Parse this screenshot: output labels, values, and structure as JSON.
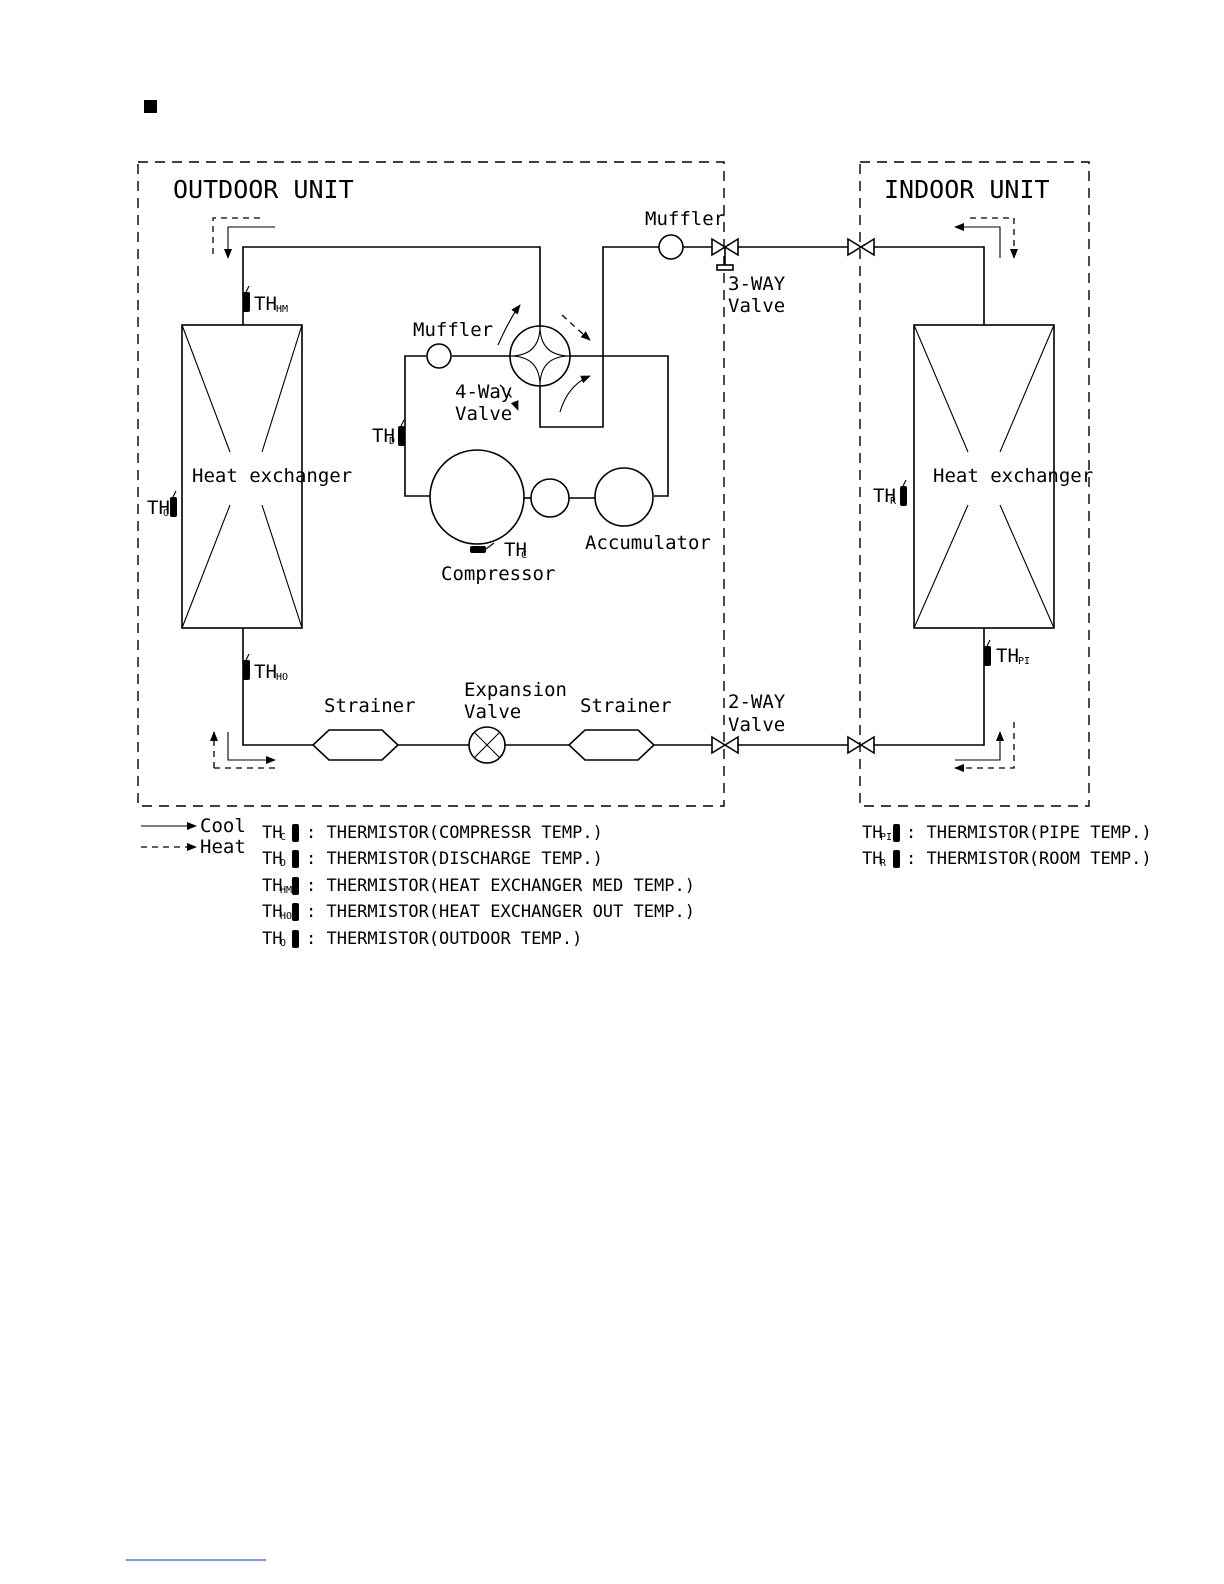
{
  "outdoor_unit": {
    "title": "OUTDOOR UNIT",
    "heat_exchanger": "Heat exchanger",
    "muffler_top": "Muffler",
    "muffler_left": "Muffler",
    "four_way_valve": [
      "4-Way",
      "Valve"
    ],
    "three_way_valve": [
      "3-WAY",
      "Valve"
    ],
    "two_way_valve": [
      "2-WAY",
      "Valve"
    ],
    "compressor": "Compressor",
    "accumulator": "Accumulator",
    "strainer_left": "Strainer",
    "strainer_right": "Strainer",
    "expansion_valve": [
      "Expansion",
      "Valve"
    ]
  },
  "indoor_unit": {
    "title": "INDOOR UNIT",
    "heat_exchanger": "Heat exchanger"
  },
  "sensor_tags": {
    "th_hm": {
      "main": "TH",
      "sub": "HM"
    },
    "th_d": {
      "main": "TH",
      "sub": "D"
    },
    "th_o": {
      "main": "TH",
      "sub": "O"
    },
    "th_c": {
      "main": "TH",
      "sub": "C"
    },
    "th_ho": {
      "main": "TH",
      "sub": "HO"
    },
    "th_r": {
      "main": "TH",
      "sub": "R"
    },
    "th_pi": {
      "main": "TH",
      "sub": "PI"
    }
  },
  "flow_legend": {
    "cool": "Cool",
    "heat": "Heat"
  },
  "thermistor_legend": {
    "outdoor": [
      {
        "main": "TH",
        "sub": "C",
        "desc": ": THERMISTOR(COMPRESSR TEMP.)"
      },
      {
        "main": "TH",
        "sub": "D",
        "desc": ": THERMISTOR(DISCHARGE TEMP.)"
      },
      {
        "main": "TH",
        "sub": "HM",
        "desc": ": THERMISTOR(HEAT EXCHANGER MED TEMP.)"
      },
      {
        "main": "TH",
        "sub": "HO",
        "desc": ": THERMISTOR(HEAT EXCHANGER OUT TEMP.)"
      },
      {
        "main": "TH",
        "sub": "O",
        "desc": ": THERMISTOR(OUTDOOR TEMP.)"
      }
    ],
    "indoor": [
      {
        "main": "TH",
        "sub": "PI",
        "desc": ": THERMISTOR(PIPE TEMP.)"
      },
      {
        "main": "TH",
        "sub": "R",
        "desc": ": THERMISTOR(ROOM TEMP.)"
      }
    ]
  }
}
